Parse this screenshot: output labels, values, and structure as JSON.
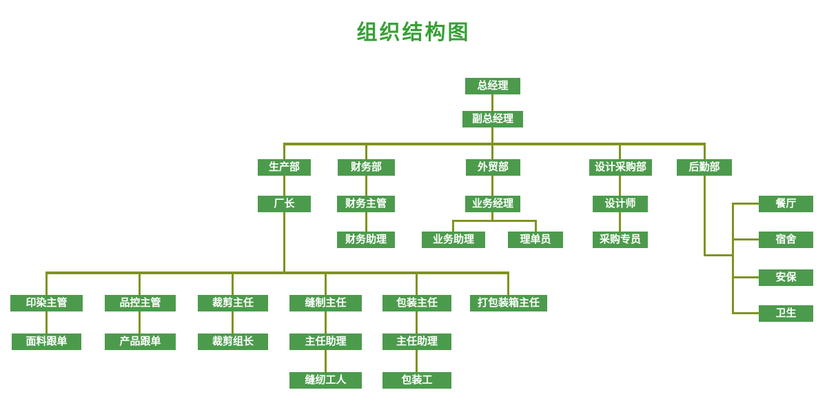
{
  "title": "组织结构图",
  "colors": {
    "box": "#4c9b4c",
    "line": "#7e941e",
    "title": "#35a035"
  },
  "nodes": {
    "general_manager": "总经理",
    "deputy_general_manager": "副总经理",
    "production_dept": "生产部",
    "finance_dept": "财务部",
    "foreign_trade_dept": "外贸部",
    "design_purchasing_dept": "设计采购部",
    "logistics_dept": "后勤部",
    "factory_director": "厂长",
    "finance_supervisor": "财务主管",
    "finance_assistant": "财务助理",
    "business_manager": "业务经理",
    "business_assistant": "业务助理",
    "documentation_clerk": "理单员",
    "designer": "设计师",
    "purchasing_specialist": "采购专员",
    "canteen": "餐厅",
    "dormitory": "宿舍",
    "security": "安保",
    "sanitation": "卫生",
    "dyeing_supervisor": "印染主管",
    "fabric_merchandiser": "面料跟单",
    "qc_supervisor": "品控主管",
    "product_merchandiser": "产品跟单",
    "cutting_director": "裁剪主任",
    "cutting_group_leader": "裁剪组长",
    "sewing_director": "缝制主任",
    "sewing_assistant": "主任助理",
    "sewing_workers": "缝纫工人",
    "packing_director": "包装主任",
    "packing_assistant": "主任助理",
    "packer": "包装工",
    "boxing_director": "打包装箱主任"
  },
  "edges": [
    [
      "general_manager",
      "deputy_general_manager"
    ],
    [
      "deputy_general_manager",
      "production_dept"
    ],
    [
      "deputy_general_manager",
      "finance_dept"
    ],
    [
      "deputy_general_manager",
      "foreign_trade_dept"
    ],
    [
      "deputy_general_manager",
      "design_purchasing_dept"
    ],
    [
      "deputy_general_manager",
      "logistics_dept"
    ],
    [
      "production_dept",
      "factory_director"
    ],
    [
      "factory_director",
      "dyeing_supervisor"
    ],
    [
      "factory_director",
      "qc_supervisor"
    ],
    [
      "factory_director",
      "cutting_director"
    ],
    [
      "factory_director",
      "sewing_director"
    ],
    [
      "factory_director",
      "packing_director"
    ],
    [
      "factory_director",
      "boxing_director"
    ],
    [
      "dyeing_supervisor",
      "fabric_merchandiser"
    ],
    [
      "qc_supervisor",
      "product_merchandiser"
    ],
    [
      "cutting_director",
      "cutting_group_leader"
    ],
    [
      "sewing_director",
      "sewing_assistant"
    ],
    [
      "sewing_assistant",
      "sewing_workers"
    ],
    [
      "packing_director",
      "packing_assistant"
    ],
    [
      "packing_assistant",
      "packer"
    ],
    [
      "finance_dept",
      "finance_supervisor"
    ],
    [
      "finance_supervisor",
      "finance_assistant"
    ],
    [
      "foreign_trade_dept",
      "business_manager"
    ],
    [
      "business_manager",
      "business_assistant"
    ],
    [
      "business_manager",
      "documentation_clerk"
    ],
    [
      "design_purchasing_dept",
      "designer"
    ],
    [
      "designer",
      "purchasing_specialist"
    ],
    [
      "logistics_dept",
      "canteen"
    ],
    [
      "logistics_dept",
      "dormitory"
    ],
    [
      "logistics_dept",
      "security"
    ],
    [
      "logistics_dept",
      "sanitation"
    ]
  ]
}
